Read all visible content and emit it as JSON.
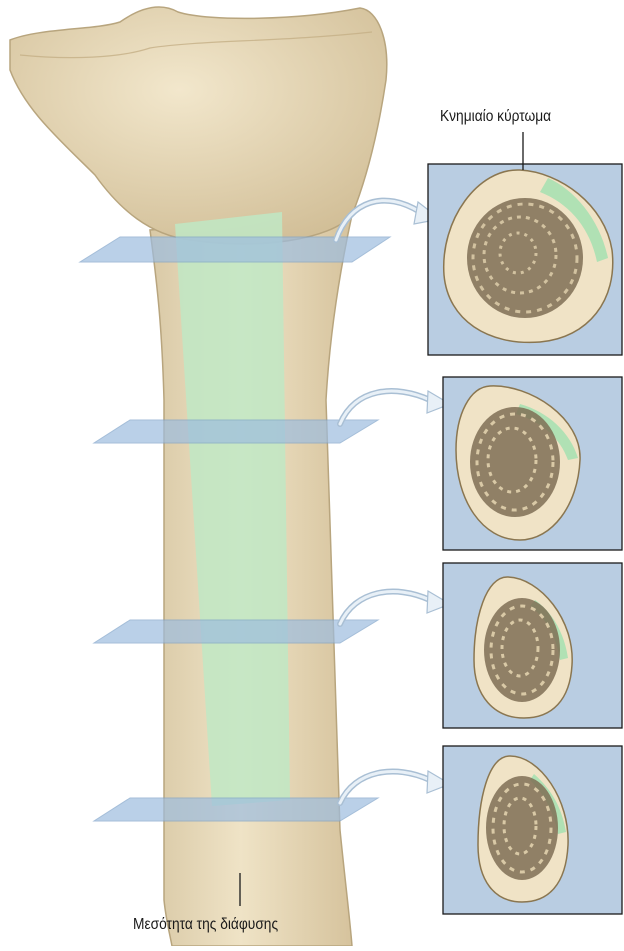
{
  "labels": {
    "tibial_tuberosity": "Κνημιαίο κύρτωμα",
    "mid_diaphysis": "Μεσότητα της διάφυσης"
  },
  "colors": {
    "bone": "#e9dcbf",
    "bone_outline": "#b8a57e",
    "highlight_strip": "#bfe8c4",
    "section_plane": "#9dbddf",
    "panel_background": "#b9cde2",
    "cortex": "#f0e3c6",
    "trabecular": "#7f6f55",
    "arrow": "#dbe8f3"
  },
  "sections": [
    {
      "name": "section-1"
    },
    {
      "name": "section-2"
    },
    {
      "name": "section-3"
    },
    {
      "name": "section-4"
    }
  ]
}
